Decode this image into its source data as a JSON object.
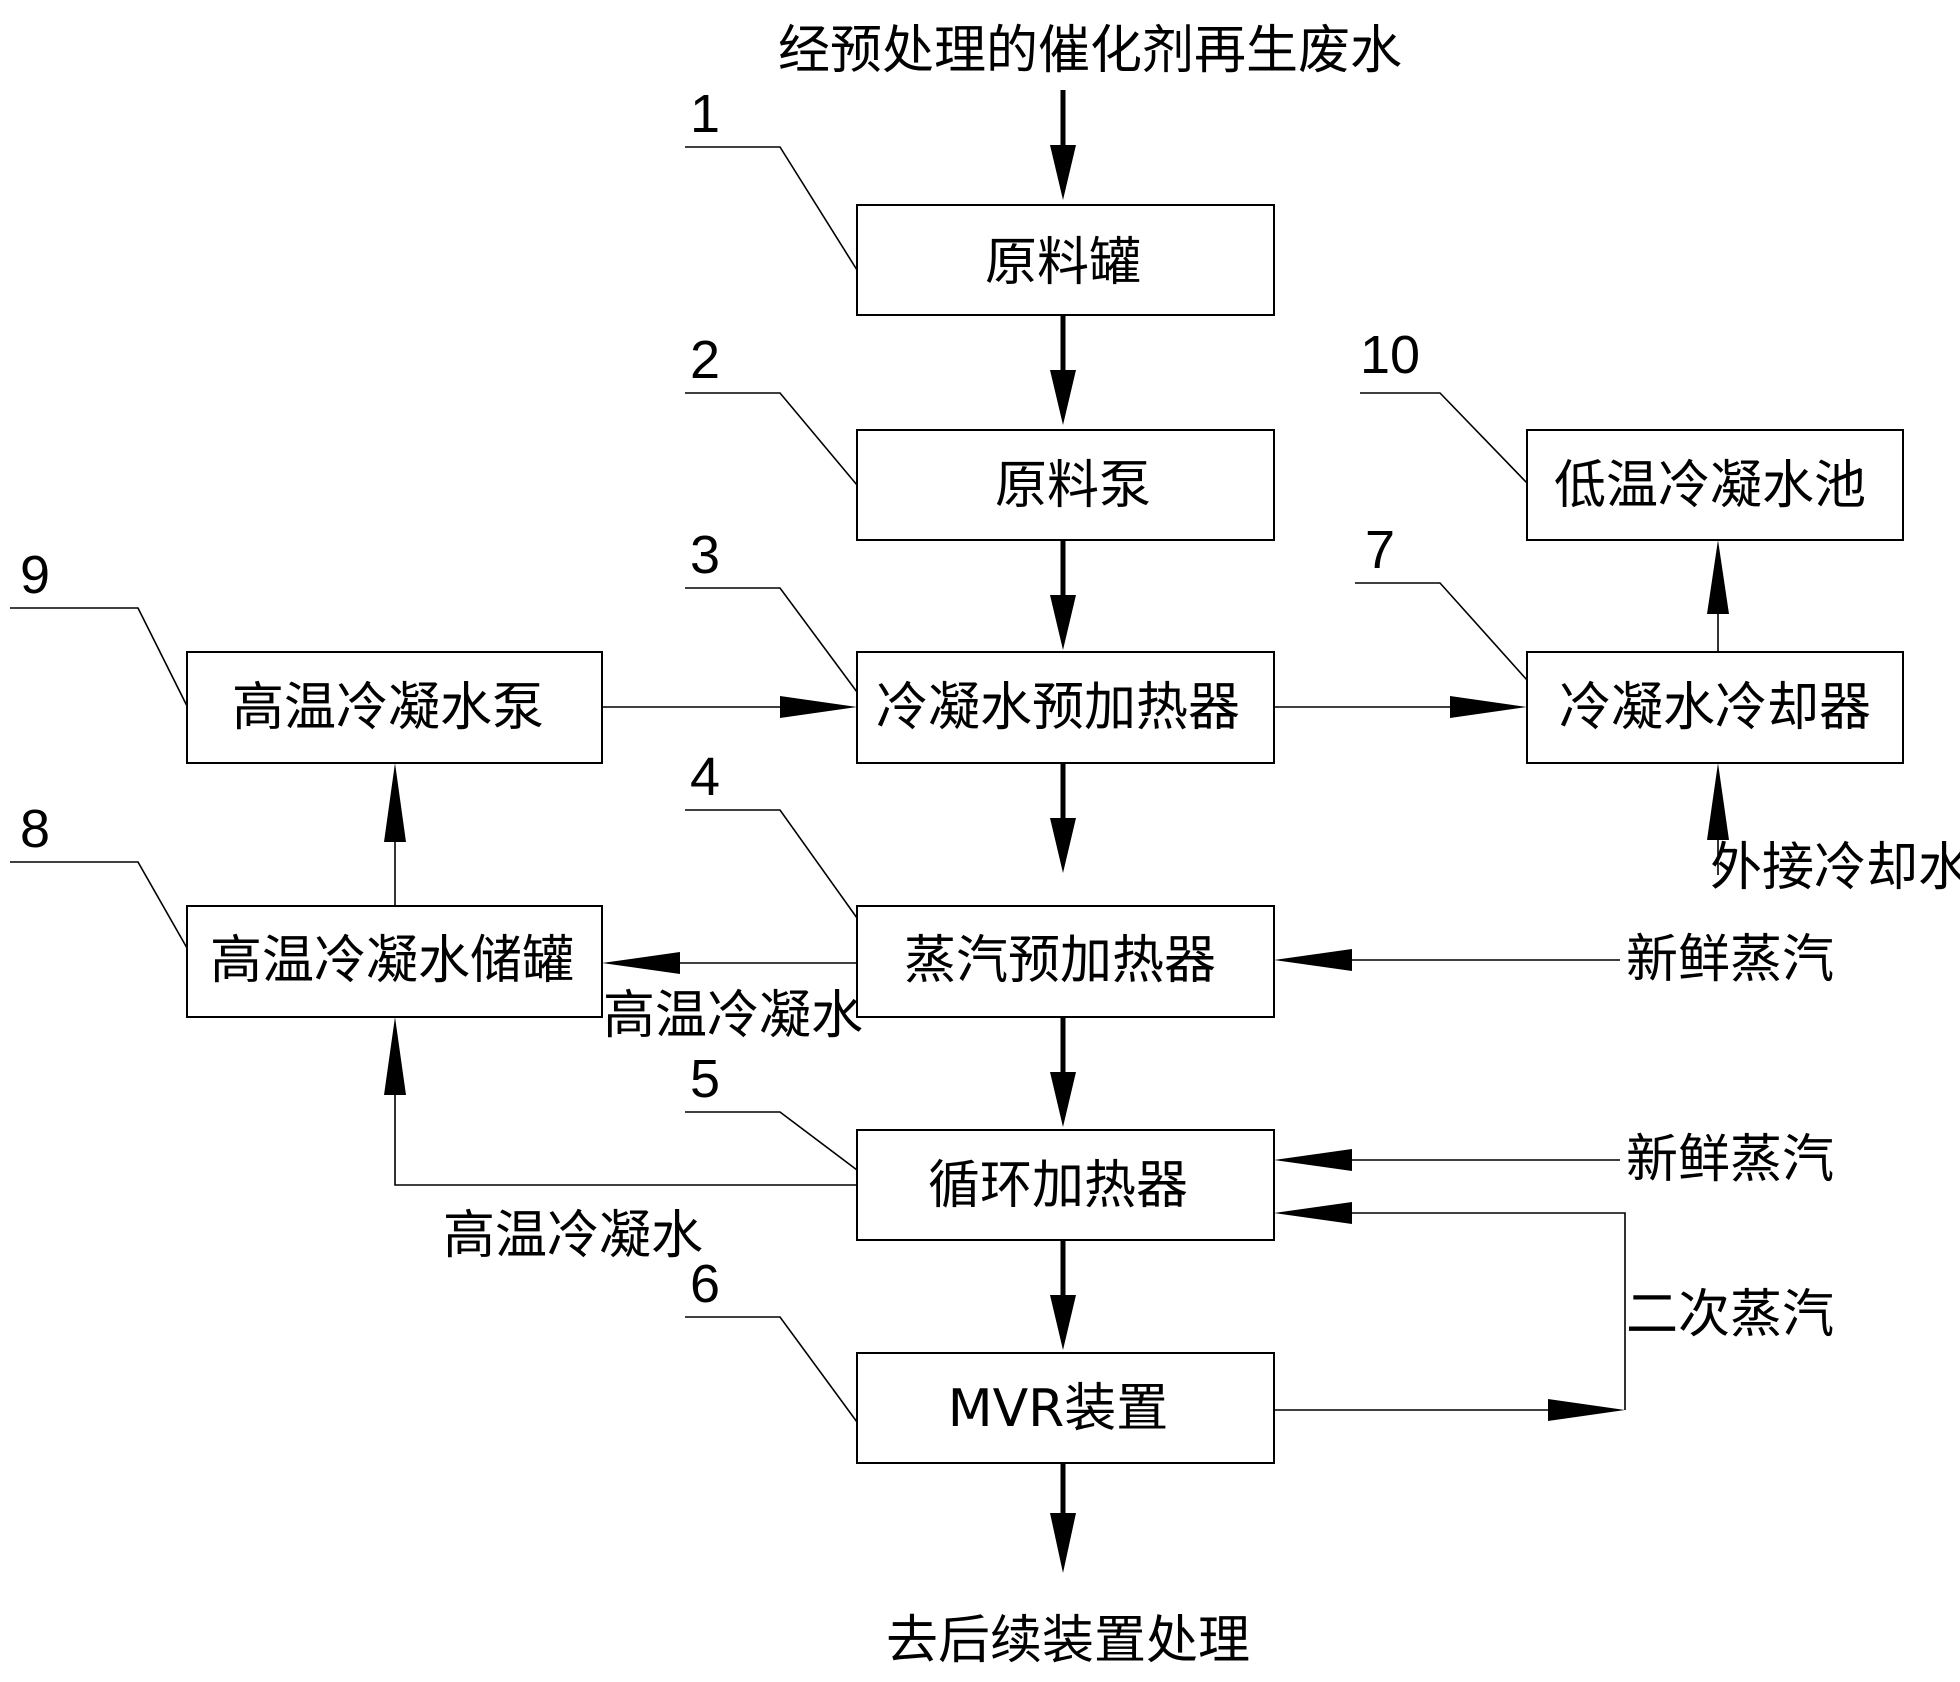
{
  "inputs": {
    "feed": "经预处理的催化剂再生废水",
    "output": "去后续装置处理",
    "external_cooling_water": "外接冷却水",
    "fresh_steam_1": "新鲜蒸汽",
    "fresh_steam_2": "新鲜蒸汽",
    "secondary_steam": "二次蒸汽",
    "hot_condensate_1": "高温冷凝水",
    "hot_condensate_2": "高温冷凝水"
  },
  "units": {
    "u1": {
      "number": "1",
      "label": "原料罐"
    },
    "u2": {
      "number": "2",
      "label": "原料泵"
    },
    "u3": {
      "number": "3",
      "label": "冷凝水预加热器"
    },
    "u4": {
      "number": "4",
      "label": "蒸汽预加热器"
    },
    "u5": {
      "number": "5",
      "label": "循环加热器"
    },
    "u6": {
      "number": "6",
      "label": "MVR装置"
    },
    "u7": {
      "number": "7",
      "label": "冷凝水冷却器"
    },
    "u8": {
      "number": "8",
      "label": "高温冷凝水储罐"
    },
    "u9": {
      "number": "9",
      "label": "高温冷凝水泵"
    },
    "u10": {
      "number": "10",
      "label": "低温冷凝水池"
    }
  }
}
